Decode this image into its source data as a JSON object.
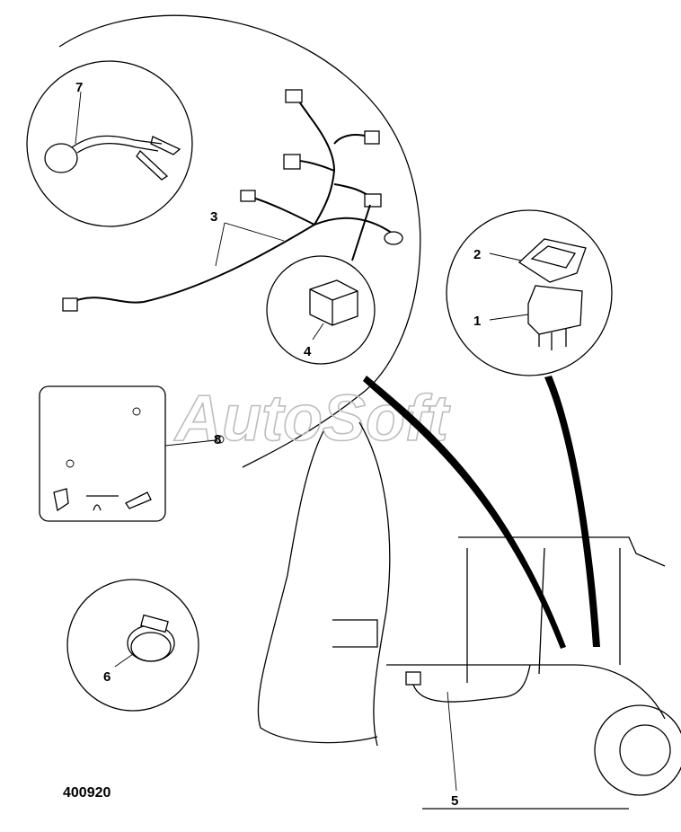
{
  "callouts": [
    {
      "id": "1",
      "label": "1"
    },
    {
      "id": "2",
      "label": "2"
    },
    {
      "id": "3",
      "label": "3"
    },
    {
      "id": "4",
      "label": "4"
    },
    {
      "id": "5",
      "label": "5"
    },
    {
      "id": "6",
      "label": "6"
    },
    {
      "id": "7",
      "label": "7"
    },
    {
      "id": "8",
      "label": "8"
    }
  ],
  "drawing_code": "400920",
  "watermark": "AutoSoft"
}
